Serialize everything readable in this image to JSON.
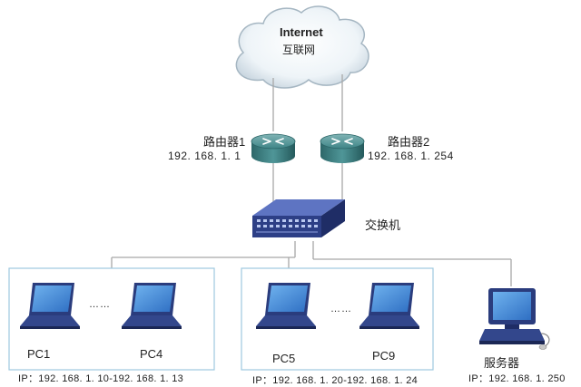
{
  "cloud": {
    "title": "Internet",
    "subtitle": "互联网"
  },
  "routers": [
    {
      "name": "路由器1",
      "ip": "192. 168. 1. 1"
    },
    {
      "name": "路由器2",
      "ip": "192. 168. 1. 254"
    }
  ],
  "switch": {
    "label": "交换机"
  },
  "groups": [
    {
      "pc_a": "PC1",
      "pc_b": "PC4",
      "ellipsis": "……",
      "ip": "IP：192. 168. 1. 10-192. 168. 1. 13"
    },
    {
      "pc_a": "PC5",
      "pc_b": "PC9",
      "ellipsis": "……",
      "ip": "IP：192. 168. 1. 20-192. 168. 1. 24"
    }
  ],
  "server": {
    "label": "服务器",
    "ip": "IP：192. 168. 1. 250"
  },
  "colors": {
    "link": "#a8a8a8",
    "group_border": "#9ec9e0",
    "router": "#3d7e80",
    "switch": "#2d3f86",
    "laptop": "#2a3c7d",
    "screen": "#4c8fd6"
  }
}
